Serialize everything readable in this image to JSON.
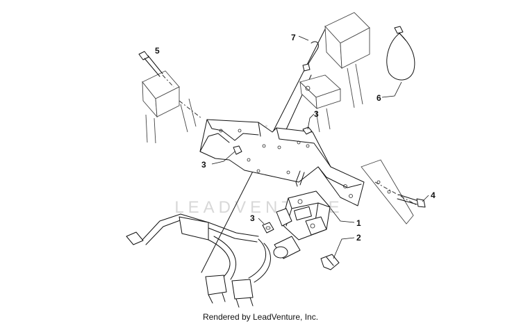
{
  "watermark": "LEADVENTURE",
  "footer": "Rendered by LeadVenture, Inc.",
  "callouts": {
    "c1": "1",
    "c2": "2",
    "c3a": "3",
    "c3b": "3",
    "c3c": "3",
    "c4": "4",
    "c5": "5",
    "c6": "6",
    "c7": "7"
  }
}
